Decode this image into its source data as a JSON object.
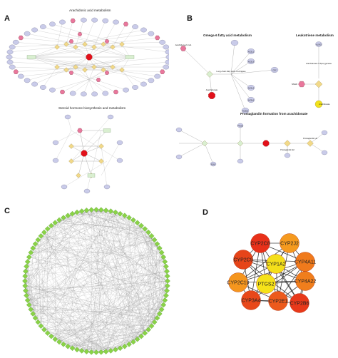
{
  "panels": {
    "a": {
      "label": "A",
      "title_top": "Arachidonic acid metabolism",
      "title_bottom": "Steroid hormone biosynthesis and metabolism"
    },
    "b": {
      "label": "B",
      "title_omega": "Omega-6 fatty acid metabolism",
      "title_leuk": "Leukotriene metabolism",
      "title_prosta": "Prostaglandin formation from arachidonate",
      "nodes": {
        "arachidonoyl_coa": "Arachidonoyl-CoA",
        "long_chain": "Long-chain fatty acid--CoA ligase",
        "arachidonate_5": "Arachidonate 5-lipoxygenase",
        "nsaid": "NSAID",
        "arachidonate": "Arachidonate",
        "arachidonate_leuk": "Arachidonate",
        "acsl1": "ACSL1",
        "acsl3": "ACSL3",
        "acsl4": "ACSL4",
        "acsl6": "ACSL6",
        "acsl5": "ACSL5",
        "cdc": "CDC",
        "alox5": "ALOX5",
        "ptgs2": "PTGS2",
        "pg_h2": "Prostaglandin H2",
        "pg_e2": "Prostaglandin E2",
        "pla2": "PLA2"
      }
    },
    "c": {
      "label": "C"
    },
    "d": {
      "label": "D",
      "genes": [
        {
          "id": "cyp2c8",
          "label": "CYP2C8",
          "color": "#e8311a"
        },
        {
          "id": "cyp2j2",
          "label": "CYP2J2",
          "color": "#f59a1f"
        },
        {
          "id": "cyp2c9",
          "label": "CYP2C9",
          "color": "#e64419"
        },
        {
          "id": "cyp1a2",
          "label": "CYP1A2",
          "color": "#f4df1a"
        },
        {
          "id": "cyp4a11",
          "label": "CYP4A11",
          "color": "#f07a1c"
        },
        {
          "id": "cyp2c19",
          "label": "CYP2C19",
          "color": "#f5961e"
        },
        {
          "id": "ptgs2",
          "label": "PTGS2",
          "color": "#f5e21a"
        },
        {
          "id": "cyp4a22",
          "label": "CYP4A22",
          "color": "#f07e1c"
        },
        {
          "id": "cyp3a4",
          "label": "CYP3A4",
          "color": "#e8481a"
        },
        {
          "id": "cyp2e1",
          "label": "CYP2E1",
          "color": "#ec5a1c"
        },
        {
          "id": "cyp2b6",
          "label": "CYP2B6",
          "color": "#e8391a"
        }
      ]
    }
  },
  "colors": {
    "gene_node": "#c9cbe9",
    "metabolite_node": "#e9779c",
    "pathway_node": "#d9efd0",
    "reaction_node": "#f2d989",
    "hub_node": "#e2101a",
    "network_node": "#8ad347",
    "edge": "#8a8a8a"
  }
}
